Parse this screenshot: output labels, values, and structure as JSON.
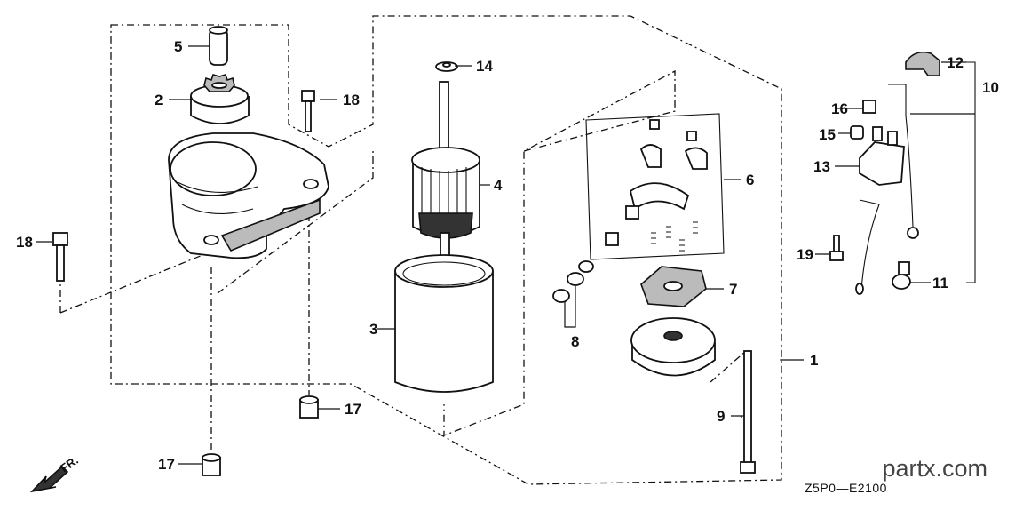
{
  "diagram": {
    "code": "Z5P0—E2100",
    "watermark": "partx.com",
    "front_marker": "FR.",
    "callouts": [
      {
        "id": "c1",
        "text": "1"
      },
      {
        "id": "c2",
        "text": "2"
      },
      {
        "id": "c3",
        "text": "3"
      },
      {
        "id": "c4",
        "text": "4"
      },
      {
        "id": "c5",
        "text": "5"
      },
      {
        "id": "c6",
        "text": "6"
      },
      {
        "id": "c7",
        "text": "7"
      },
      {
        "id": "c8",
        "text": "8"
      },
      {
        "id": "c9",
        "text": "9"
      },
      {
        "id": "c10",
        "text": "10"
      },
      {
        "id": "c11",
        "text": "11"
      },
      {
        "id": "c12",
        "text": "12"
      },
      {
        "id": "c13",
        "text": "13"
      },
      {
        "id": "c14",
        "text": "14"
      },
      {
        "id": "c15",
        "text": "15"
      },
      {
        "id": "c16",
        "text": "16"
      },
      {
        "id": "c17a",
        "text": "17"
      },
      {
        "id": "c17b",
        "text": "17"
      },
      {
        "id": "c18a",
        "text": "18"
      },
      {
        "id": "c18b",
        "text": "18"
      },
      {
        "id": "c19",
        "text": "19"
      }
    ]
  }
}
